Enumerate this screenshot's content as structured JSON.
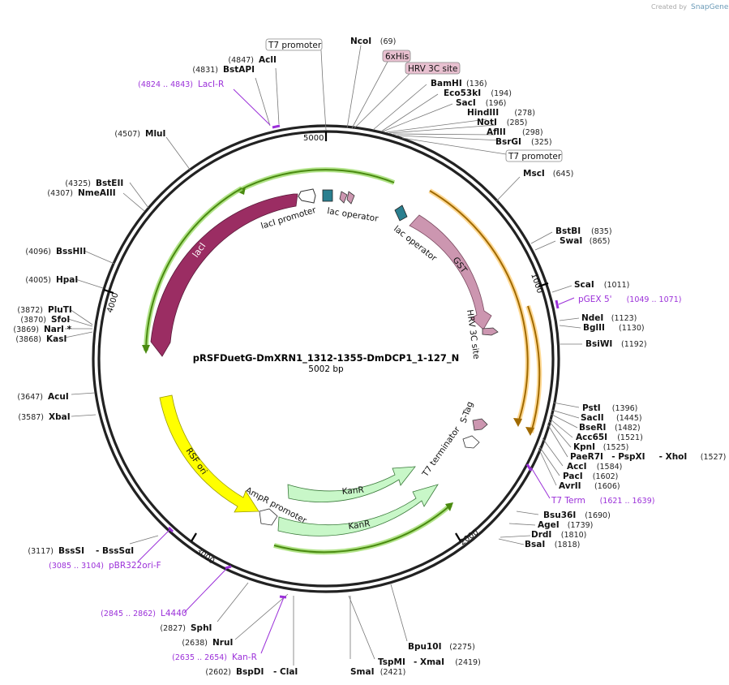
{
  "brand": {
    "created_by": "Created by",
    "app": "SnapGene"
  },
  "map": {
    "title": "pRSFDuetG-DmXRN1_1312-1355-DmDCP1_1-127_N",
    "length_label": "5002 bp",
    "ruler": [
      "5000",
      "1000",
      "2000",
      "3000",
      "4000"
    ]
  },
  "enzymes": [
    {
      "name": "NcoI",
      "pos": "(69)"
    },
    {
      "name": "BamHI",
      "pos": "(136)"
    },
    {
      "name": "Eco53kI",
      "pos": "(194)"
    },
    {
      "name": "SacI",
      "pos": "(196)"
    },
    {
      "name": "HindIII",
      "pos": "(278)"
    },
    {
      "name": "NotI",
      "pos": "(285)"
    },
    {
      "name": "AflII",
      "pos": "(298)"
    },
    {
      "name": "BsrGI",
      "pos": "(325)"
    },
    {
      "name": "MscI",
      "pos": "(645)"
    },
    {
      "name": "BstBI",
      "pos": "(835)"
    },
    {
      "name": "SwaI",
      "pos": "(865)"
    },
    {
      "name": "ScaI",
      "pos": "(1011)"
    },
    {
      "name": "NdeI",
      "pos": "(1123)"
    },
    {
      "name": "BglII",
      "pos": "(1130)"
    },
    {
      "name": "BsiWI",
      "pos": "(1192)"
    },
    {
      "name": "PstI",
      "pos": "(1396)"
    },
    {
      "name": "SacII",
      "pos": "(1445)"
    },
    {
      "name": "BseRI",
      "pos": "(1482)"
    },
    {
      "name": "Acc65I",
      "pos": "(1521)"
    },
    {
      "name": "KpnI",
      "pos": "(1525)"
    },
    {
      "name": "PaeR7I",
      "name2": "- PspXI",
      "name3": "- XhoI",
      "pos": "(1527)"
    },
    {
      "name": "AccI",
      "pos": "(1584)"
    },
    {
      "name": "PacI",
      "pos": "(1602)"
    },
    {
      "name": "AvrII",
      "pos": "(1606)"
    },
    {
      "name": "Bsu36I",
      "pos": "(1690)"
    },
    {
      "name": "AgeI",
      "pos": "(1739)"
    },
    {
      "name": "DrdI",
      "pos": "(1810)"
    },
    {
      "name": "BsaI",
      "pos": "(1818)"
    },
    {
      "name": "Bpu10I",
      "pos": "(2275)"
    },
    {
      "name": "TspMI",
      "name2": "- XmaI",
      "pos": "(2419)"
    },
    {
      "name": "SmaI",
      "pos": "(2421)"
    },
    {
      "name": "BspDI",
      "name2": "- ClaI",
      "pos": "(2602)"
    },
    {
      "name": "NruI",
      "pos": "(2638)"
    },
    {
      "name": "SphI",
      "pos": "(2827)"
    },
    {
      "name": "BssSI",
      "name2": "- BssSαI",
      "pos": "(3117)"
    },
    {
      "name": "XbaI",
      "pos": "(3587)"
    },
    {
      "name": "AcuI",
      "pos": "(3647)"
    },
    {
      "name": "KasI",
      "pos": "(3868)"
    },
    {
      "name": "NarI *",
      "pos": "(3869)"
    },
    {
      "name": "SfoI",
      "pos": "(3870)"
    },
    {
      "name": "PluTI",
      "pos": "(3872)"
    },
    {
      "name": "HpaI",
      "pos": "(4005)"
    },
    {
      "name": "BssHII",
      "pos": "(4096)"
    },
    {
      "name": "NmeAIII",
      "pos": "(4307)"
    },
    {
      "name": "BstEII",
      "pos": "(4325)"
    },
    {
      "name": "MluI",
      "pos": "(4507)"
    },
    {
      "name": "BstAPI",
      "pos": "(4831)"
    },
    {
      "name": "AclI",
      "pos": "(4847)"
    }
  ],
  "primers": [
    {
      "name": "LacI-R",
      "range": "(4824 .. 4843)"
    },
    {
      "name": "pGEX 5'",
      "range": "(1049 .. 1071)"
    },
    {
      "name": "T7 Term",
      "range": "(1621 .. 1639)"
    },
    {
      "name": "pBR322ori-F",
      "range": "(3085 .. 3104)"
    },
    {
      "name": "L4440",
      "range": "(2845 .. 2862)"
    },
    {
      "name": "Kan-R",
      "range": "(2635 .. 2654)"
    }
  ],
  "boxed_labels": {
    "t7_promoter_top": "T7 promoter",
    "sixhis": "6xHis",
    "hrv3c_top": "HRV 3C site",
    "t7_promoter_right": "T7 promoter"
  },
  "features": {
    "laci": "lacI",
    "laci_promoter": "lacI promoter",
    "lac_operator_1": "lac operator",
    "lac_operator_2": "lac operator",
    "gst": "GST",
    "hrv3c": "HRV 3C site",
    "stag": "S-Tag",
    "t7_terminator": "T7 terminator",
    "kanr_1": "KanR",
    "kanr_2": "KanR",
    "ampr_promoter": "AmpR promoter",
    "rsf_ori": "RSF ori"
  },
  "colors": {
    "laci": "#9b2d63",
    "gst": "#cc96b0",
    "kanr": "#c8f7c8",
    "rsf_ori": "#ffff00",
    "primer": "#9b30d9",
    "orf_green": "#4a8a10",
    "orf_orange": "#d08a10"
  }
}
